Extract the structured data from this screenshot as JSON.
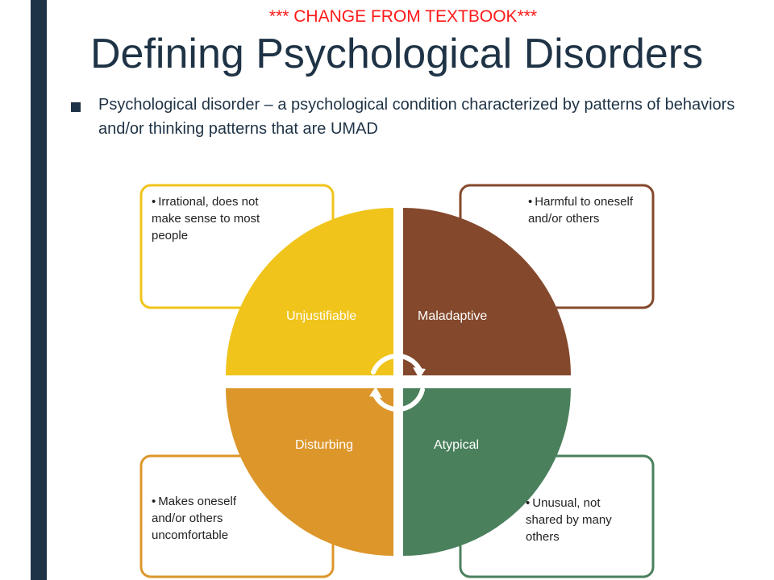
{
  "note": "*** CHANGE FROM TEXTBOOK***",
  "title": "Defining Psychological Disorders",
  "definition": {
    "term": "Psychological disorder",
    "text": " – a psychological condition characterized by patterns of behaviors and/or thinking patterns that are UMAD"
  },
  "quadrants": [
    {
      "label": "Unjustifiable",
      "desc": "Irrational, does not make sense to most people",
      "color": "#f0c41b"
    },
    {
      "label": "Maladaptive",
      "desc": "Harmful to oneself and/or others",
      "color": "#84482c"
    },
    {
      "label": "Disturbing",
      "desc": "Makes oneself and/or others uncomfortable",
      "color": "#dc962a"
    },
    {
      "label": "Atypical",
      "desc": "Unusual, not shared by many others",
      "color": "#4a805c"
    }
  ],
  "bullet_glyph": "•",
  "colors": {
    "sidebar": "#1f3346",
    "note": "#ff1a1a",
    "title": "#1f3346"
  }
}
